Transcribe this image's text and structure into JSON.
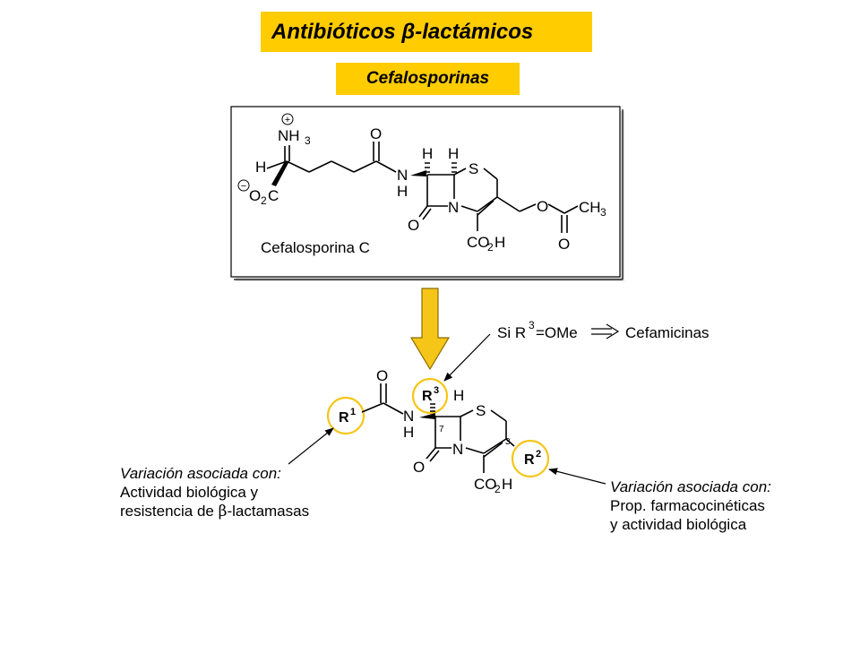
{
  "header": {
    "title": "Antibióticos β-lactámicos",
    "subtitle": "Cefalosporinas"
  },
  "top_structure": {
    "name": "Cefalosporina C",
    "atoms": {
      "nh3": "NH",
      "nh3_sub": "3",
      "plus": "+",
      "h_alpha": "H",
      "minus": "−",
      "o2c_o": "O",
      "o2c_sub": "2",
      "o2c_c": "C",
      "o_amide": "O",
      "n_amide": "N",
      "h_amide": "H",
      "h1": "H",
      "h2": "H",
      "s": "S",
      "o_lactam": "O",
      "n_ring": "N",
      "co2h_co": "CO",
      "co2h_sub": "2",
      "co2h_h": "H",
      "o_ester": "O",
      "ch3_ch": "CH",
      "ch3_sub": "3",
      "o_carbonyl": "O"
    }
  },
  "bottom_structure": {
    "atoms": {
      "o_amide": "O",
      "n_amide": "N",
      "h_amide": "H",
      "h_ring": "H",
      "s": "S",
      "pos7": "7",
      "pos3": "3",
      "n_ring": "N",
      "o_lactam": "O",
      "co2h_co": "CO",
      "co2h_sub": "2",
      "co2h_h": "H"
    },
    "substituents": {
      "r1": "R",
      "r1_sup": "1",
      "r2": "R",
      "r2_sup": "2",
      "r3": "R",
      "r3_sup": "3"
    }
  },
  "annotations": {
    "cefamicinas": {
      "prefix": "Si R",
      "sup": "3",
      "suffix": "=OMe",
      "result": "Cefamicinas"
    },
    "left_note": {
      "heading": "Variación asociada con:",
      "line1": "Actividad biológica y",
      "line2_pre": "resistencia de ",
      "line2_beta": "β",
      "line2_post": "-lactamasas"
    },
    "right_note": {
      "heading": "Variación asociada con:",
      "line1": "Prop. farmacocinéticas",
      "line2": "y actividad biológica"
    }
  },
  "colors": {
    "banner": "#ffcc00",
    "arrow_fill": "#f5c518",
    "arrow_stroke": "#8a6d00",
    "circle": "#f5c518"
  },
  "icons": {
    "down_arrow": "down-arrow-icon",
    "implies_arrow": "double-arrow-icon"
  }
}
